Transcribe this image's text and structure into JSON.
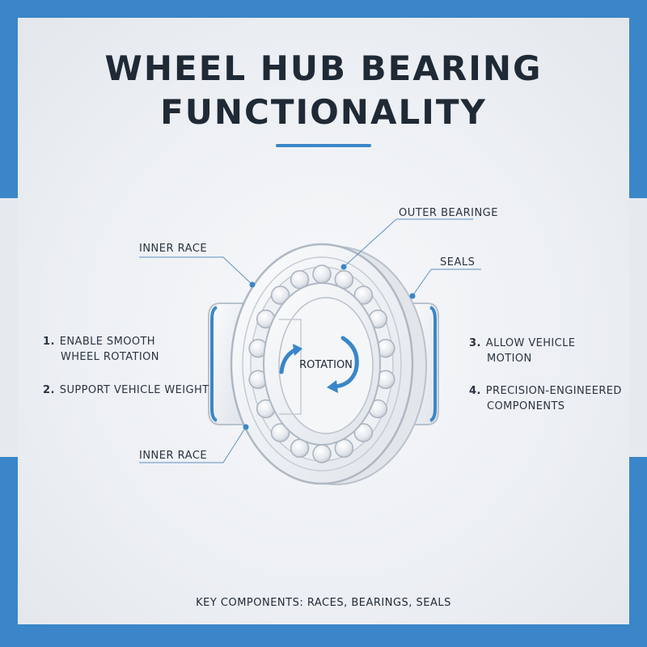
{
  "title": {
    "line1": "WHEEL HUB BEARING",
    "line2": "FUNCTIONALITY"
  },
  "labels": {
    "outer_bearing": "OUTER BEARINGE",
    "inner_race_top": "INNER RACE",
    "seals": "SEALS",
    "inner_race_bottom": "INNER RACE",
    "rotation": "ROTATION"
  },
  "features": [
    {
      "num": "1.",
      "line1": "ENABLE SMOOTH",
      "line2": "WHEEL ROTATION"
    },
    {
      "num": "2.",
      "line1": "SUPPORT VEHICLE WEIGHT",
      "line2": ""
    },
    {
      "num": "3.",
      "line1": "ALLOW VEHICLE",
      "line2": "MOTION"
    },
    {
      "num": "4.",
      "line1": "PRECISION-ENGINEERED",
      "line2": "COMPONENTS"
    }
  ],
  "footer": "KEY COMPONENTS: RACES, BEARINGS, SEALS",
  "colors": {
    "accent": "#3a86c8",
    "text": "#1f2a36",
    "line": "#9aa6b2"
  }
}
